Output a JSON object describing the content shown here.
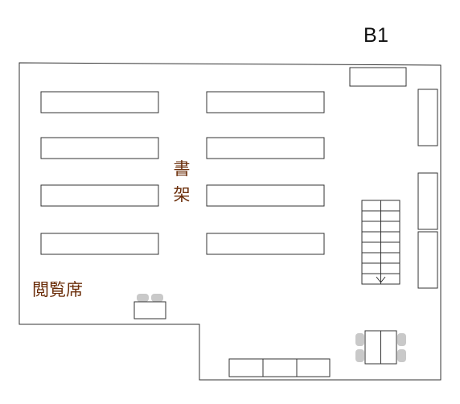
{
  "floor": {
    "label": "B1"
  },
  "labels": {
    "bookshelves": [
      "書",
      "架"
    ],
    "reading_seats": "閲覧席"
  },
  "colors": {
    "outline": "#333333",
    "label_brown": "#6b2e0a",
    "chair_gray": "#c9c9c9"
  }
}
